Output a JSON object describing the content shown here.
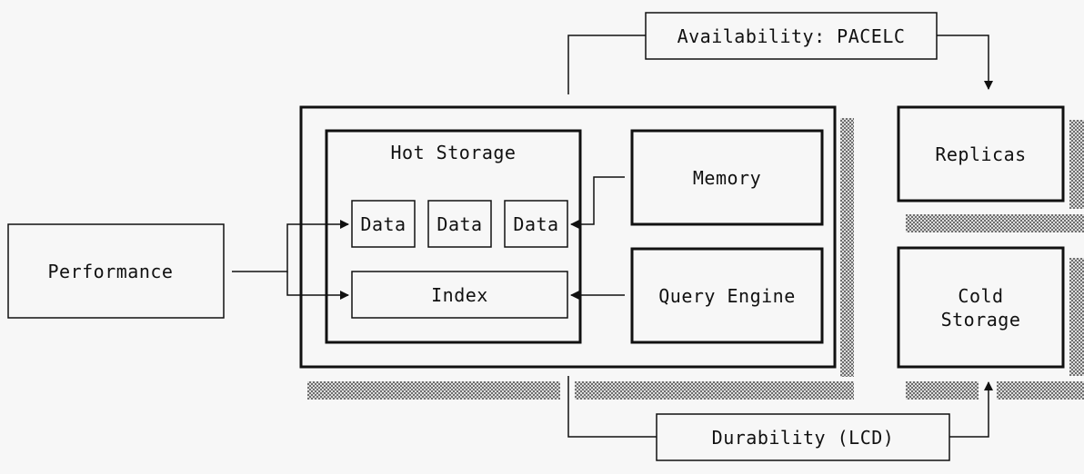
{
  "diagram": {
    "nodes": {
      "performance": "Performance",
      "hot_storage": "Hot Storage",
      "data_1": "Data",
      "data_2": "Data",
      "data_3": "Data",
      "index": "Index",
      "memory": "Memory",
      "query_engine": "Query Engine",
      "replicas": "Replicas",
      "cold_storage": "Cold\nStorage"
    },
    "labels": {
      "availability": "Availability: PACELC",
      "durability": "Durability (LCD)"
    },
    "colors": {
      "stroke": "#111111",
      "background": "#f7f7f7",
      "shadow": "#8a8a8a"
    }
  }
}
